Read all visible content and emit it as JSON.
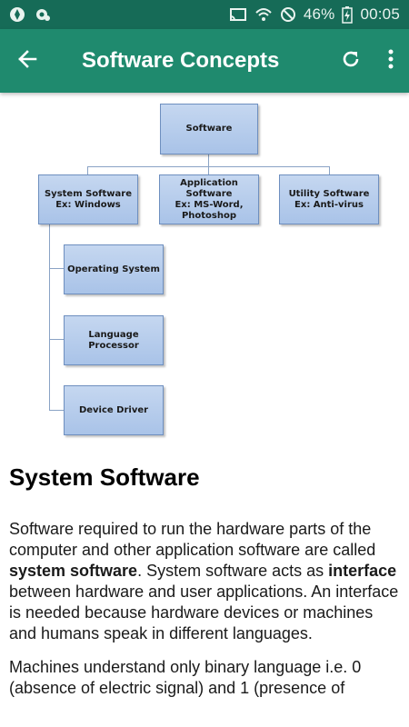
{
  "status_bar": {
    "battery_percent": "46%",
    "time": "00:05"
  },
  "app_bar": {
    "title": "Software Concepts"
  },
  "diagram": {
    "root": "Software",
    "system": {
      "title": "System Software",
      "example": "Ex: Windows"
    },
    "application": {
      "title": "Application Software",
      "example_line1": "Ex: MS-Word,",
      "example_line2": "Photoshop"
    },
    "utility": {
      "title": "Utility Software",
      "example": "Ex: Anti-virus"
    },
    "children": [
      "Operating System",
      "Language Processor",
      "Device Driver"
    ]
  },
  "article": {
    "heading": "System Software",
    "p1_part1": "Software required to run the hardware parts of the computer and other application software are called ",
    "p1_bold1": "system software",
    "p1_part2": ". System software acts as ",
    "p1_bold2": "interface",
    "p1_part3": " between hardware and user applications. An interface is needed because hardware devices or machines and humans speak in different languages.",
    "p2": "Machines understand only binary language i.e. 0 (absence of electric signal) and 1 (presence of"
  }
}
